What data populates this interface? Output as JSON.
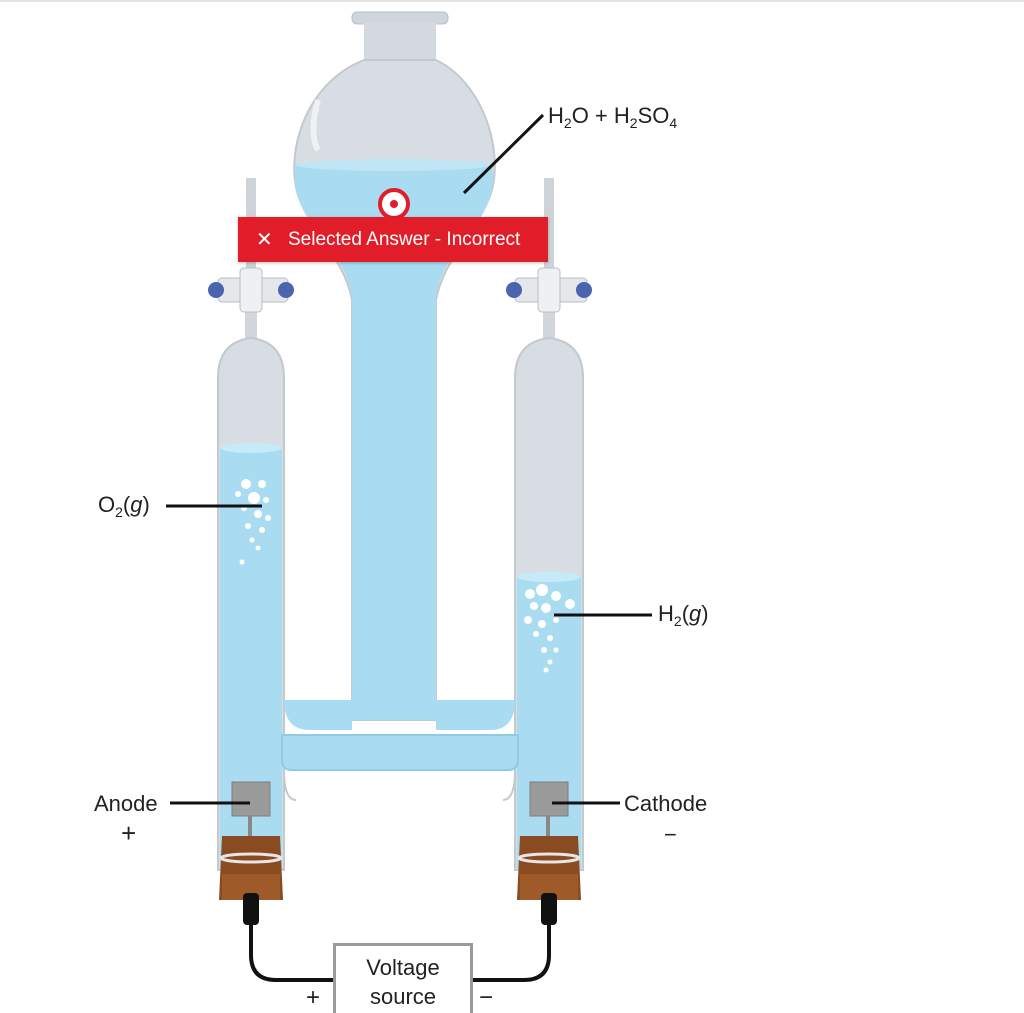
{
  "labels": {
    "solution": {
      "main": "H",
      "sub1": "2",
      "mid": "O + H",
      "sub2": "2",
      "tail": "SO",
      "sub3": "4"
    },
    "oxygen": {
      "main": "O",
      "sub": "2",
      "paren_open": "(",
      "g": "g",
      "paren_close": ")"
    },
    "hydrogen": {
      "main": "H",
      "sub": "2",
      "paren_open": "(",
      "g": "g",
      "paren_close": ")"
    },
    "anode": "Anode",
    "anode_sign": "+",
    "cathode": "Cathode",
    "cathode_sign": "−",
    "voltage_line1": "Voltage",
    "voltage_line2": "source",
    "plus_terminal": "+",
    "minus_terminal": "−"
  },
  "feedback": {
    "icon": "close-icon",
    "text": "Selected Answer - Incorrect",
    "color": "#e11d2a",
    "marker": "target-icon"
  },
  "colors": {
    "liquid": "#a9dcf0",
    "glass": "#d9dee3",
    "electrode": "#9a9a9a",
    "stopper": "#8a4a22"
  }
}
